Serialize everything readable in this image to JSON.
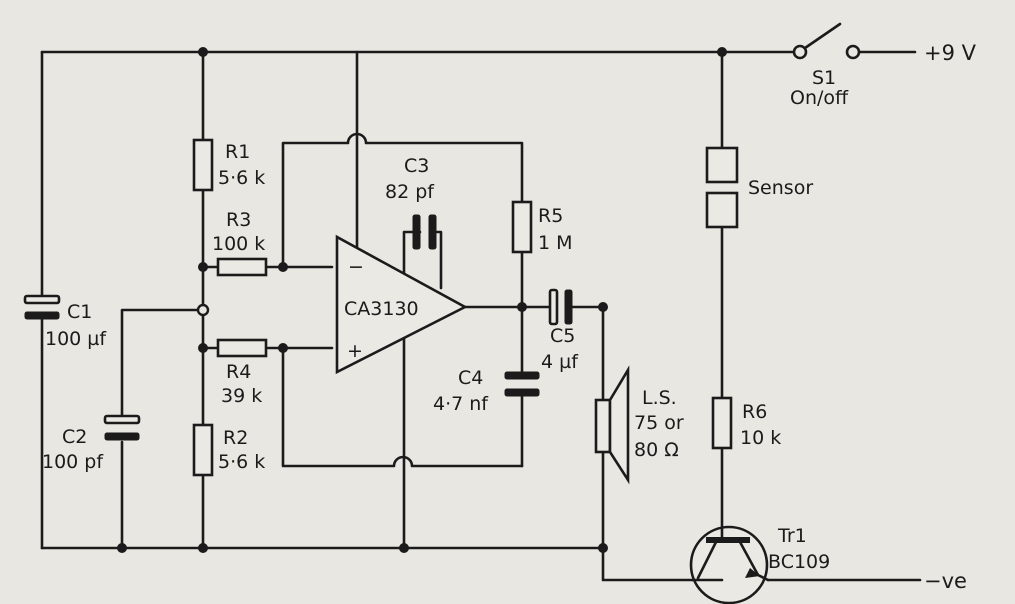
{
  "components": {
    "r1": {
      "name": "R1",
      "value": "5·6 k"
    },
    "r2": {
      "name": "R2",
      "value": "5·6 k"
    },
    "r3": {
      "name": "R3",
      "value": "100 k"
    },
    "r4": {
      "name": "R4",
      "value": "39 k"
    },
    "r5": {
      "name": "R5",
      "value": "1 M"
    },
    "r6": {
      "name": "R6",
      "value": "10 k"
    },
    "c1": {
      "name": "C1",
      "value": "100 µf"
    },
    "c2": {
      "name": "C2",
      "value": "100 pf"
    },
    "c3": {
      "name": "C3",
      "value": "82 pf"
    },
    "c4": {
      "name": "C4",
      "value": "4·7 nf"
    },
    "c5": {
      "name": "C5",
      "value": "4 µf"
    },
    "ic": {
      "name": "CA3130",
      "minus": "−",
      "plus": "+"
    },
    "speaker": {
      "name": "L.S.",
      "line2": "75 or",
      "line3": "80 Ω"
    },
    "switch": {
      "name": "S1",
      "label": "On/off"
    },
    "sensor": {
      "name": "Sensor"
    },
    "transistor": {
      "name": "Tr1",
      "type": "BC109"
    }
  },
  "supply": {
    "positive": "+9 V",
    "negative": "−ve"
  },
  "colors": {
    "ink": "#1b1b1b",
    "paper": "#e9e7e2"
  }
}
